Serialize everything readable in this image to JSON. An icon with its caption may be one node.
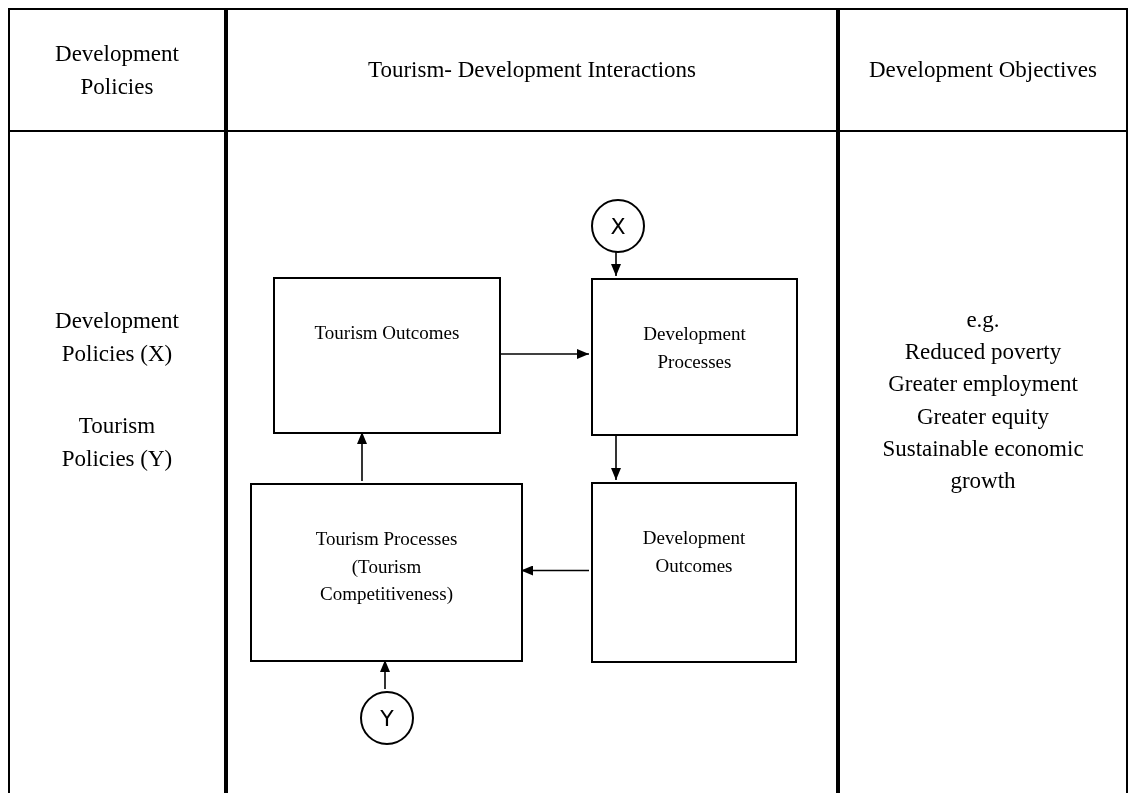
{
  "diagram": {
    "nodes": [
      {
        "text": [
          "Development Policies"
        ]
      },
      {
        "text": [
          "Tourism- Development Interactions"
        ]
      },
      {
        "text": [
          "Development Objectives"
        ]
      },
      {
        "text": [
          "Development Policies (X)",
          "Tourism Policies (Y)"
        ]
      },
      {
        "text": [],
        "shape": "box"
      },
      {
        "text": [
          "e.g.",
          "Reduced poverty",
          "Greater employment",
          "Greater equity",
          "Sustainable economic growth"
        ]
      },
      {
        "text": [
          "X"
        ],
        "in": 4
      },
      {
        "text": [
          "Tourism Outcomes"
        ],
        "in": 4
      },
      {
        "text": [
          "Development Processes"
        ],
        "in": 4
      },
      {
        "text": [
          "Tourism Processes (Tourism Competitiveness)"
        ],
        "in": 4
      },
      {
        "text": [
          "Development Outcomes"
        ],
        "in": 4
      },
      {
        "text": [
          "Y"
        ],
        "in": 4
      }
    ],
    "edges": [
      {
        "from": 6,
        "to": 8,
        "arrow": "to"
      },
      {
        "from": 7,
        "to": 8,
        "arrow": "to"
      },
      {
        "from": 8,
        "to": 10,
        "arrow": "to"
      },
      {
        "from": 10,
        "to": 9,
        "arrow": "to"
      },
      {
        "from": 9,
        "to": 7,
        "arrow": "to"
      },
      {
        "from": 11,
        "to": 9,
        "arrow": "to"
      }
    ]
  }
}
